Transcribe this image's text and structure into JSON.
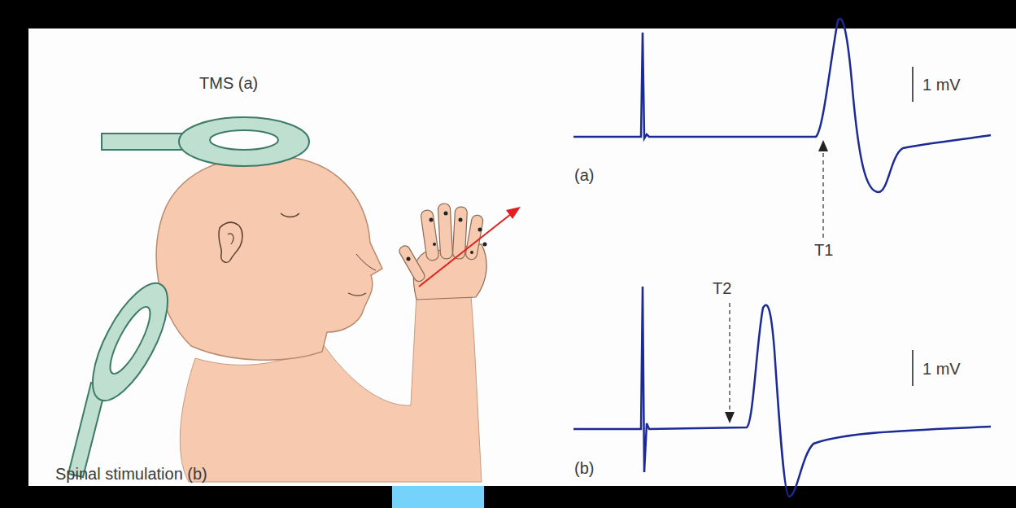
{
  "diagram": {
    "labels": [
      "TMS (a)",
      "1 mV",
      "(a)",
      "T1",
      "T2",
      "1 mV",
      "(b)",
      "Spinal stimulation (b)"
    ]
  }
}
